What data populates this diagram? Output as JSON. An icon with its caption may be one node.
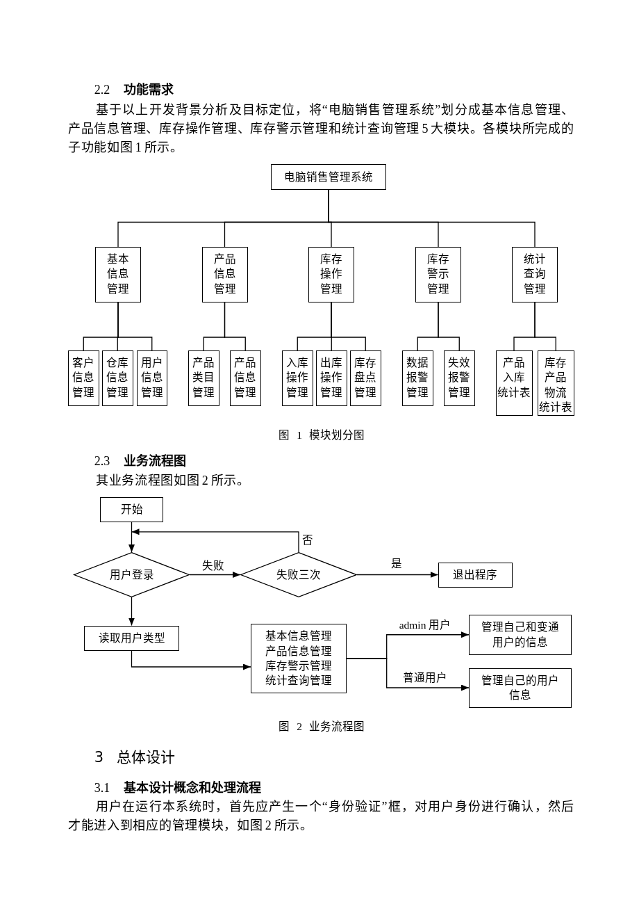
{
  "diagram": {
    "nodes": [
      {
        "text": [
          "电脑销售管理系统"
        ]
      },
      {
        "text": [
          "基本信息管理"
        ]
      },
      {
        "text": [
          "产品信息管理"
        ]
      },
      {
        "text": [
          "库存操作管理"
        ]
      },
      {
        "text": [
          "库存警示管理"
        ]
      },
      {
        "text": [
          "统计查询管理"
        ]
      },
      {
        "text": [
          "客户信息管理"
        ]
      },
      {
        "text": [
          "仓库信息管理"
        ]
      },
      {
        "text": [
          "用户信息管理"
        ]
      },
      {
        "text": [
          "产品类目管理"
        ]
      },
      {
        "text": [
          "产品信息管理"
        ]
      },
      {
        "text": [
          "入库操作管理"
        ]
      },
      {
        "text": [
          "出库操作管理"
        ]
      },
      {
        "text": [
          "库存盘点管理"
        ]
      },
      {
        "text": [
          "数据报警管理"
        ]
      },
      {
        "text": [
          "失效报警管理"
        ]
      },
      {
        "text": [
          "产品入库统计表"
        ]
      },
      {
        "text": [
          "库存产品物流统计表"
        ]
      },
      {
        "text": [
          "开始"
        ]
      },
      {
        "text": [
          "用户登录"
        ]
      },
      {
        "text": [
          "失败三次"
        ]
      },
      {
        "text": [
          "退出程序"
        ]
      },
      {
        "text": [
          "读取用户类型"
        ]
      },
      {
        "text": [
          "基本信息管理",
          "产品信息管理",
          "库存警示管理",
          "统计查询管理"
        ]
      },
      {
        "text": [
          "管理自己和变通用户的信息"
        ]
      },
      {
        "text": [
          "管理自己的用户信息"
        ]
      }
    ],
    "edges": [
      {
        "from": 0,
        "to": 1,
        "arrow": "none"
      },
      {
        "from": 0,
        "to": 2,
        "arrow": "none"
      },
      {
        "from": 0,
        "to": 3,
        "arrow": "none"
      },
      {
        "from": 0,
        "to": 4,
        "arrow": "none"
      },
      {
        "from": 0,
        "to": 5,
        "arrow": "none"
      },
      {
        "from": 1,
        "to": 6,
        "arrow": "none"
      },
      {
        "from": 1,
        "to": 7,
        "arrow": "none"
      },
      {
        "from": 1,
        "to": 8,
        "arrow": "none"
      },
      {
        "from": 2,
        "to": 9,
        "arrow": "none"
      },
      {
        "from": 2,
        "to": 10,
        "arrow": "none"
      },
      {
        "from": 3,
        "to": 11,
        "arrow": "none"
      },
      {
        "from": 3,
        "to": 12,
        "arrow": "none"
      },
      {
        "from": 3,
        "to": 13,
        "arrow": "none"
      },
      {
        "from": 4,
        "to": 14,
        "arrow": "none"
      },
      {
        "from": 4,
        "to": 15,
        "arrow": "none"
      },
      {
        "from": 5,
        "to": 16,
        "arrow": "none"
      },
      {
        "from": 5,
        "to": 17,
        "arrow": "none"
      },
      {
        "from": 18,
        "to": 19,
        "arrow": "to"
      },
      {
        "from": 19,
        "to": 20,
        "arrow": "to",
        "label": "失败"
      },
      {
        "from": 20,
        "to": 19,
        "arrow": "to",
        "label": "否"
      },
      {
        "from": 20,
        "to": 21,
        "arrow": "to",
        "label": "是"
      },
      {
        "from": 19,
        "to": 22,
        "arrow": "to"
      },
      {
        "from": 22,
        "to": 23,
        "arrow": "to"
      },
      {
        "from": 23,
        "to": 24,
        "arrow": "to",
        "label": "admin 用户"
      },
      {
        "from": 23,
        "to": 25,
        "arrow": "to",
        "label": "普通用户"
      }
    ],
    "labels": [
      "2.2 **功能需求**",
      "基于以上开发背景分析及目标定位，将“电脑销售管理系统”划分成基本信息管理、产品信息管理、库存操作管理、库存警示管理和统计查询管理 5 大模块。各模块所完成的子功能如图 1 所示。",
      "图 1 模块划分图",
      "2.3 **业务流程图**",
      "其业务流程图如图 2 所示。",
      "图 2 业务流程图",
      "3 总体设计",
      "3.1 **基本设计概念和处理流程**",
      "用户在运行本系统时，首先应产生一个“身份验证”框，对用户身份进行确认，然后才能进入到相应的管理模块，如图 2 所示。"
    ]
  }
}
